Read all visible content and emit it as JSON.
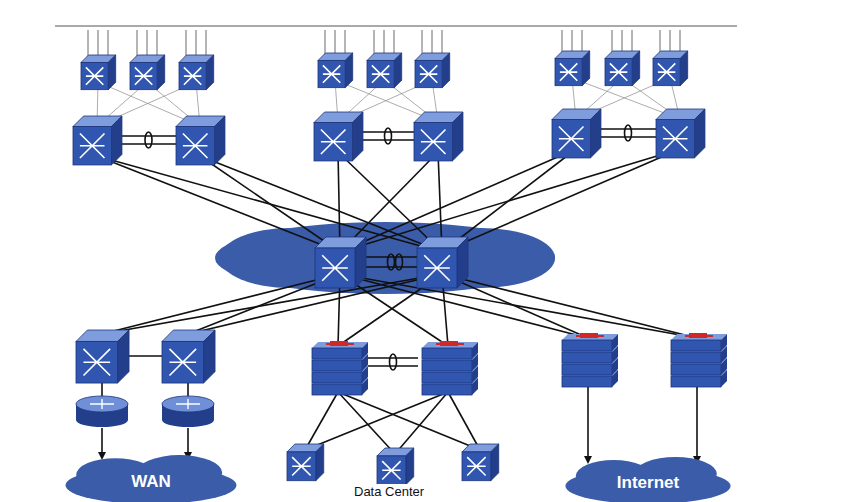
{
  "diagram": {
    "nodes": [
      {
        "text": [
          "WAN"
        ]
      },
      {
        "text": [
          "Internet"
        ]
      }
    ],
    "labels": [
      "Data Center"
    ]
  }
}
